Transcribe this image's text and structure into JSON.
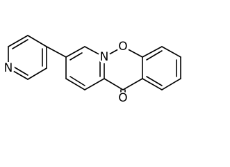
{
  "molecule": {
    "atoms": {
      "pyridine_n": "N",
      "ring_n": "N",
      "ring_o": "O",
      "carbonyl_o": "O"
    }
  },
  "colors": {
    "bond": "#000000",
    "label": "#000000",
    "background": "#ffffff"
  }
}
